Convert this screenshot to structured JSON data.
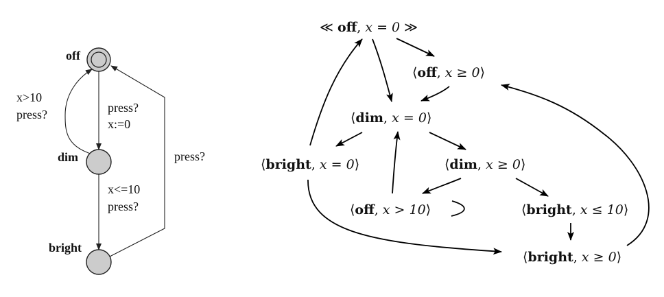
{
  "automaton": {
    "locations": {
      "off": "off",
      "dim": "dim",
      "bright": "bright"
    },
    "edges": {
      "off_to_dim_guard": "press?",
      "off_to_dim_reset": "x:=0",
      "dim_to_off_guard": "x>10",
      "dim_to_off_sync": "press?",
      "dim_to_bright_guard": "x<=10",
      "dim_to_bright_sync": "press?",
      "bright_to_off_sync": "press?"
    }
  },
  "zone_graph": {
    "open_bracket": "⟨",
    "close_bracket": "⟩",
    "initial_open": "≪",
    "initial_close": "≫",
    "states": {
      "s0": {
        "loc": "off",
        "constraint": "x = 0"
      },
      "s1": {
        "loc": "off",
        "constraint": "x ≥ 0"
      },
      "s2": {
        "loc": "dim",
        "constraint": "x = 0"
      },
      "s3": {
        "loc": "bright",
        "constraint": "x = 0"
      },
      "s4": {
        "loc": "dim",
        "constraint": "x ≥ 0"
      },
      "s5": {
        "loc": "off",
        "constraint": "x > 10"
      },
      "s6": {
        "loc": "bright",
        "constraint": "x ≤ 10"
      },
      "s7": {
        "loc": "bright",
        "constraint": "x ≥ 0"
      }
    }
  }
}
